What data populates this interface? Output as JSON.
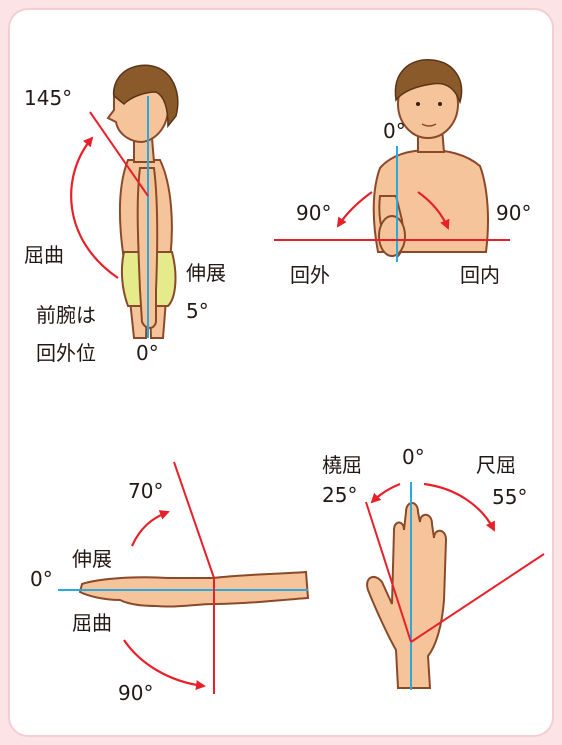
{
  "colors": {
    "background": "#fbe3e6",
    "card": "#ffffff",
    "card_border": "#f6cdd3",
    "angle_line": "#e8202a",
    "axis_line": "#29a9e0",
    "skin": "#f6c49a",
    "skin_outline": "#8a4a2a",
    "hair": "#8a5a2b",
    "shorts": "#e5ea8a"
  },
  "panels": {
    "shoulder_flexion": {
      "max_angle": "145°",
      "flexion": "屈曲",
      "extension": "伸展",
      "extension_angle": "5°",
      "note_line1": "前腕は",
      "note_line2": "回外位",
      "zero": "0°"
    },
    "shoulder_rotation": {
      "zero": "0°",
      "external_angle": "90°",
      "internal_angle": "90°",
      "external": "回外",
      "internal": "回内"
    },
    "wrist_flexion": {
      "zero": "0°",
      "extension_angle": "70°",
      "extension": "伸展",
      "flexion": "屈曲",
      "flexion_angle": "90°"
    },
    "wrist_deviation": {
      "zero": "0°",
      "radial": "橈屈",
      "radial_angle": "25°",
      "ulnar": "尺屈",
      "ulnar_angle": "55°"
    }
  }
}
